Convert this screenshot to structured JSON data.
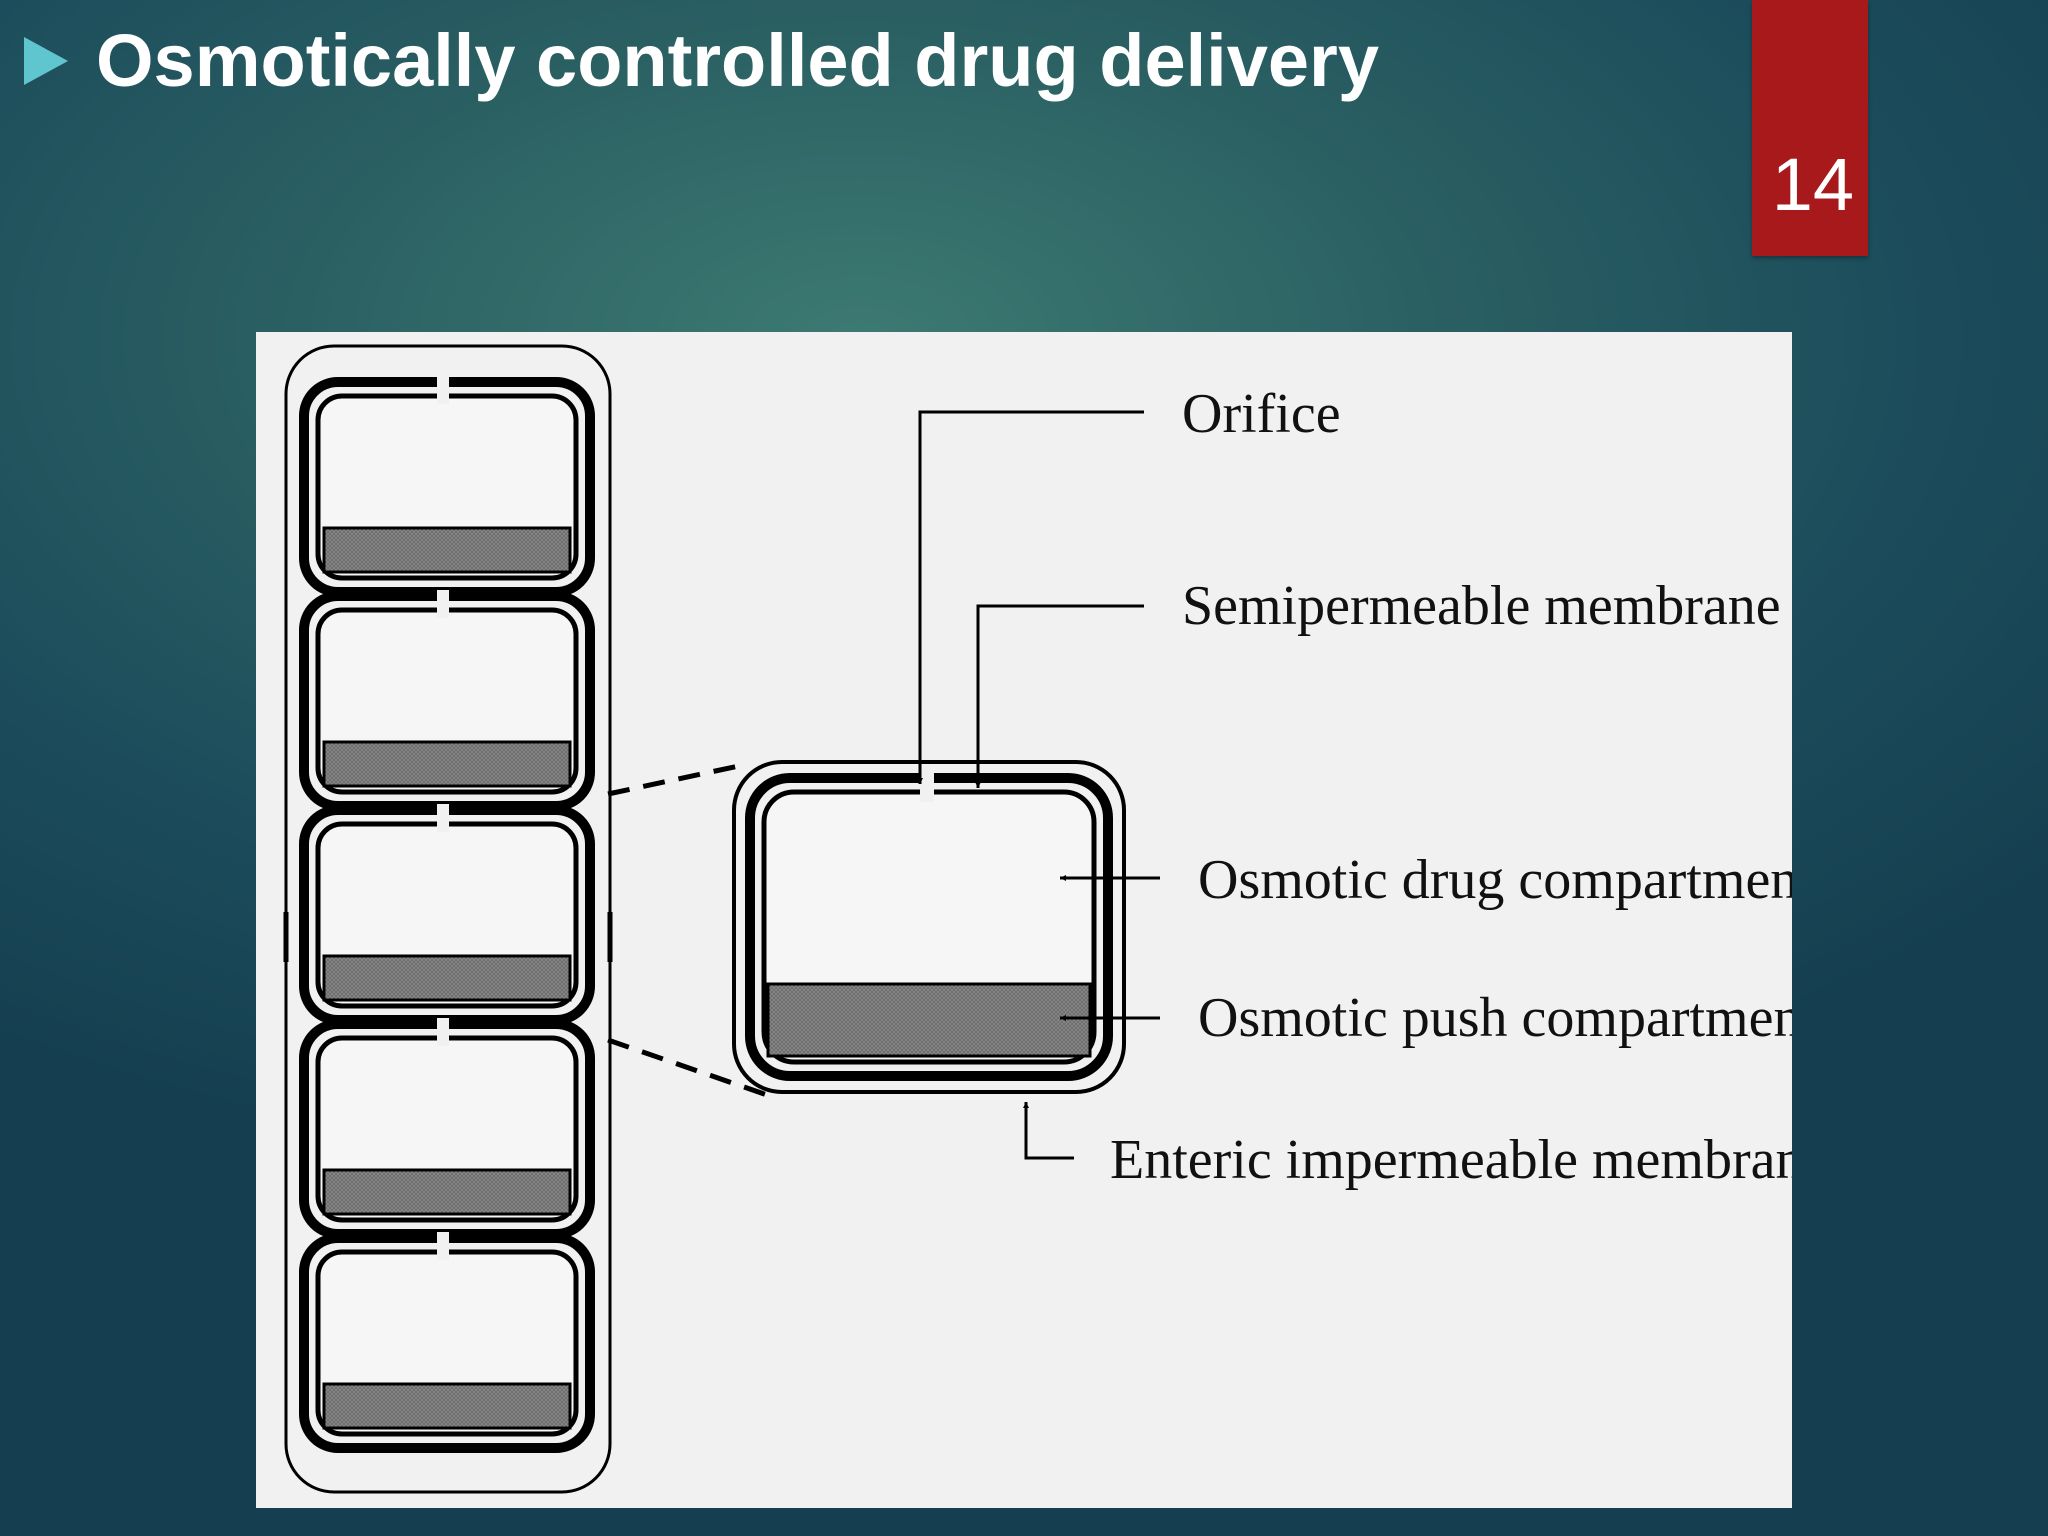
{
  "slide": {
    "title": "Osmotically controlled drug delivery",
    "number": "14"
  },
  "diagram": {
    "labels": {
      "orifice": "Orifice",
      "semipermeable": "Semipermeable membrane",
      "drug_compartment": "Osmotic drug compartment",
      "push_compartment": "Osmotic push compartment",
      "enteric": "Enteric impermeable membrane"
    }
  }
}
